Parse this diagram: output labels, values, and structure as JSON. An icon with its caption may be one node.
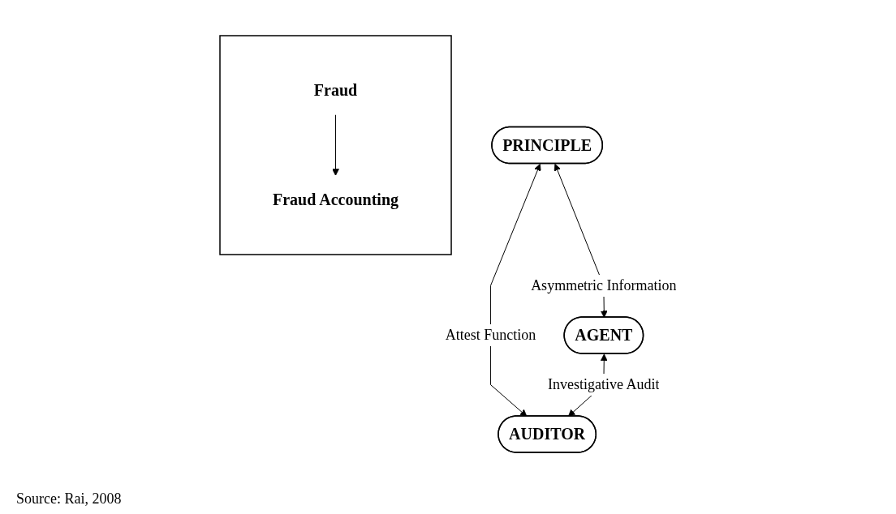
{
  "diagram": {
    "caption": "Source: Rai, 2008",
    "nodes": [
      {
        "text": [
          "PRINCIPLE"
        ]
      },
      {
        "text": [
          "AGENT"
        ]
      },
      {
        "text": [],
        "shape": "triangle"
      },
      {
        "text": [
          "Fraud"
        ],
        "in": 2
      },
      {
        "text": [
          "Fraud Accounting"
        ],
        "in": 2
      },
      {
        "text": [
          "AUDITOR"
        ]
      }
    ],
    "edges": [
      {
        "from": 0,
        "to": 1,
        "arrow": "both",
        "label": "Asymmetric Information"
      },
      {
        "from": 0,
        "to": 5,
        "arrow": "both",
        "label": "Attest Function"
      },
      {
        "from": 1,
        "to": 5,
        "arrow": "both",
        "label": "Investigative Audit"
      },
      {
        "from": 3,
        "to": 4,
        "arrow": "to"
      }
    ]
  }
}
